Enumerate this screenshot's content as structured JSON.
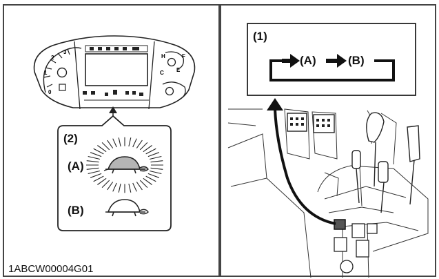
{
  "figure_code": "1ABCW00004G01",
  "callouts": {
    "sequence": "(1)",
    "indicator": "(2)",
    "state_a": "(A)",
    "state_b": "(B)"
  },
  "sequence_box": {
    "from": "(A)",
    "to": "(B)"
  },
  "gauge": {
    "scale": [
      "0",
      "1",
      "2",
      "3"
    ],
    "fuel": [
      "F",
      "E"
    ],
    "temp": [
      "H",
      "C"
    ]
  },
  "icon_names": [
    "tortoise-indicator-lit-icon",
    "tortoise-indicator-unlit-icon",
    "lever-icon"
  ],
  "colors": {
    "indicator_lit": "#b5b5b5",
    "arrow": "#111111"
  }
}
